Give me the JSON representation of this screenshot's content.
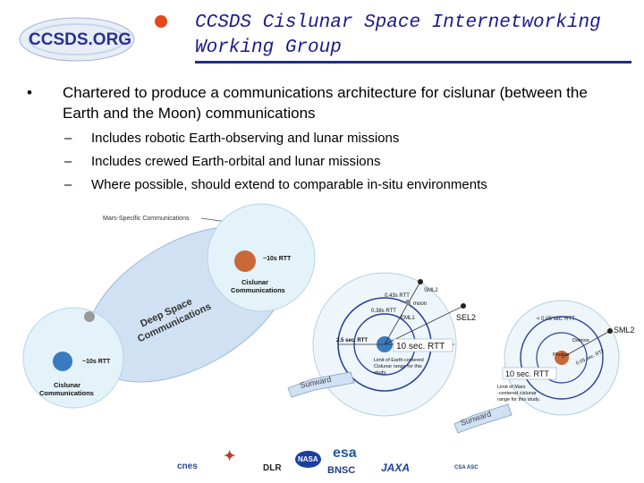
{
  "header": {
    "logo_text": "CCSDS.ORG",
    "title_line1": "CCSDS Cislunar Space Internetworking",
    "title_line2": "Working Group"
  },
  "content": {
    "bullet": "Chartered to produce a communications architecture for cislunar (between the Earth and the Moon) communications",
    "subbullets": [
      "Includes robotic Earth-observing and lunar missions",
      "Includes crewed Earth-orbital and lunar missions",
      "Where possible, should extend to comparable in-situ environments"
    ]
  },
  "diagram": {
    "mars_specific": "Mars-Specific Communications",
    "rtt_10s": "~10s RTT",
    "mars_cislunar_1": "Cislunar",
    "mars_cislunar_2": "Communications",
    "deep_space_1": "Deep Space",
    "deep_space_2": "Communications",
    "earth_rtt": "~10s RTT",
    "earth_cislunar_1": "Cislunar",
    "earth_cislunar_2": "Communications",
    "sml2_small": "SML2",
    "rtt_043": "0.43s RTT",
    "moon": "moon",
    "rtt_038": "0.38s RTT",
    "eml1": "EML1",
    "sel2": "SEL2",
    "rtt_25": "2.5 sec. RTT",
    "rtt_10_big": "10 sec. RTT",
    "earth_limit_1": "Limit of Earth-centered",
    "earth_limit_2": "Cislunar range for this",
    "earth_limit_3": "study.",
    "sunward_1": "Sunward",
    "rtt_005": "< 0.05 sec. RTT",
    "deimos": "Deimos",
    "phobos": "Phobos",
    "sml2": "SML2",
    "rtt_005b": "0.05 sec. RTT",
    "rtt_10_mars": "10 sec. RTT",
    "mars_limit_1": "Limit of Mars",
    "mars_limit_2": "-centered cislunar",
    "mars_limit_3": "range for this study.",
    "sunward_2": "Sunward"
  },
  "footer": {
    "logos": [
      "cnes",
      "DLR",
      "NASA",
      "esa",
      "BNSC",
      "JAXA",
      "CSA ASC"
    ]
  },
  "colors": {
    "title": "#1a1a8c",
    "rule": "#1f2f8f",
    "orbit": "#2b3f9c",
    "halo": "#d6ecf7",
    "ellipse": "#cfe1f2"
  }
}
